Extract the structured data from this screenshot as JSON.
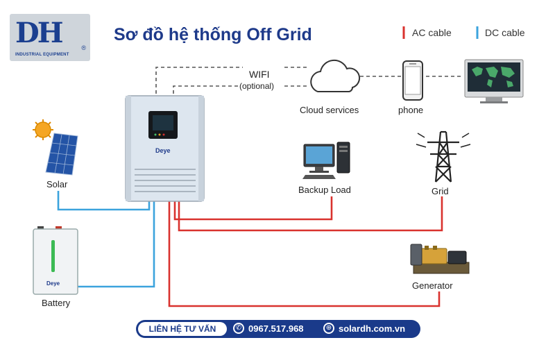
{
  "brand": {
    "logo_text": "DH",
    "logo_sub": "INDUSTRIAL EQUIPMENT",
    "logo_reg": "®"
  },
  "title": "Sơ đồ hệ thống Off Grid",
  "legend": {
    "ac": "AC cable",
    "dc": "DC cable"
  },
  "colors": {
    "ac": "#d9322e",
    "dc": "#3ba3dd",
    "title": "#1e3a8a",
    "footer": "#1a3a8a"
  },
  "wifi": {
    "label": "WIFI",
    "note": "(optional)"
  },
  "labels": {
    "cloud": "Cloud services",
    "phone": "phone",
    "solar": "Solar",
    "battery": "Battery",
    "backup_load": "Backup Load",
    "grid": "Grid",
    "generator": "Generator",
    "inverter_brand": "Deye",
    "battery_brand": "Deye"
  },
  "footer": {
    "cta": "LIÊN HỆ TƯ VẤN",
    "phone": "0967.517.968",
    "website": "solardh.com.vn"
  }
}
